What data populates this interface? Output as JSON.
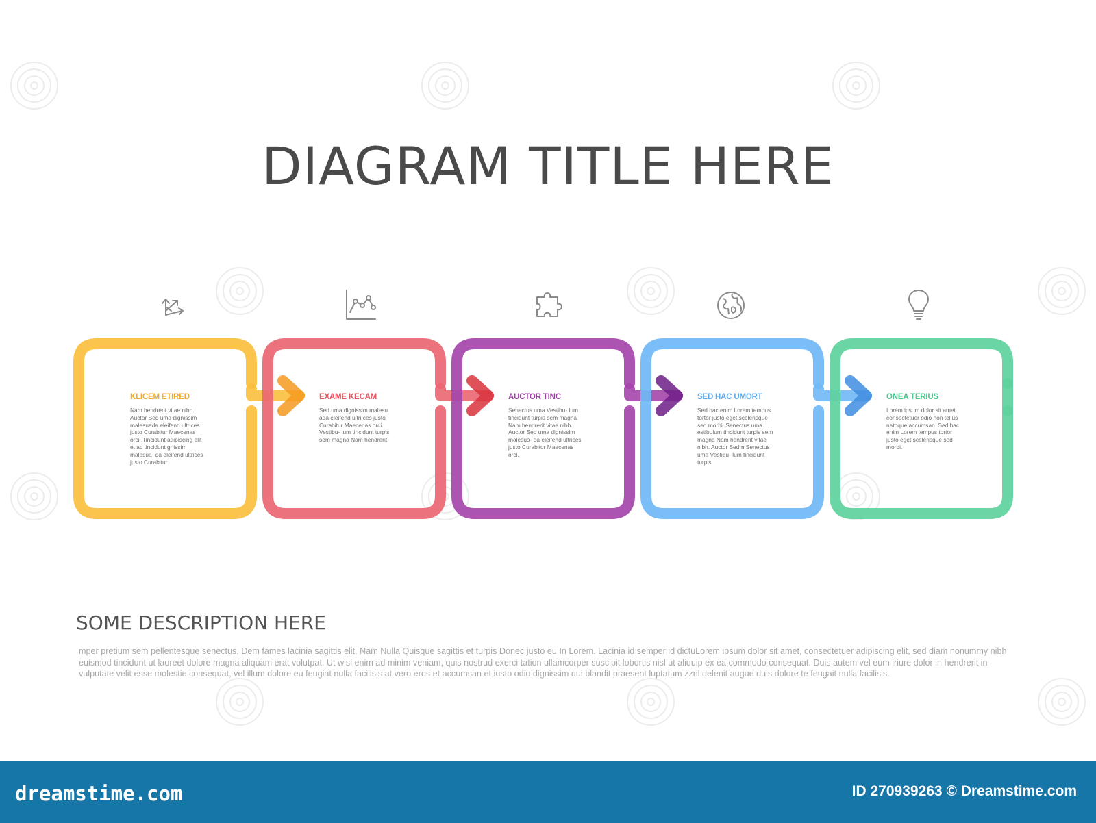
{
  "title": "DIAGRAM TITLE HERE",
  "steps": [
    {
      "label": "KLICEM ETIRED",
      "color": "#fbbf3e",
      "arrow": "#f59a1e",
      "icon": "growth-arrows-icon",
      "text": "Nam hendrerit vitae nibh. Auctor Sed uma dignissim malesuada eleifend ultrices justo Curabitur Maecenas orci. Tincidunt adipiscing elit et ac tincidunt gnissim malesua- da eleifend ultrices justo Curabitur"
    },
    {
      "label": "EXAME KECAM",
      "color": "#ea6672",
      "arrow": "#d8323c",
      "icon": "line-chart-icon",
      "text": "Sed uma dignissim malesu ada eleifend ultri ces justo Curabitur Maecenas orci. Vestibu- lum tincidunt turpis sem magna Nam hendrerit"
    },
    {
      "label": "AUCTOR TINC",
      "color": "#a545ab",
      "arrow": "#6d1f86",
      "icon": "puzzle-piece-icon",
      "text": "Senectus uma Vestibu- lum tincidunt turpis sem magna Nam hendrerit vitae nibh. Auctor Sed uma dignissim malesua- da eleifend ultrices justo Curabitur Maecenas orci."
    },
    {
      "label": "SED HAC UMORT",
      "color": "#70b8f6",
      "arrow": "#3f8de0",
      "icon": "globe-icon",
      "text": "Sed hac enim Lorem tempus tortor justo eget scelerisque sed morbi. Senectus uma. estibulum tincidunt turpis sem magna Nam hendrerit vitae nibh. Auctor Sedm Senectus uma Vestibu- lum tincidunt turpis"
    },
    {
      "label": "ONEA TERIUS",
      "color": "#5ed39d",
      "arrow": "#35b57a",
      "icon": "light-bulb-icon",
      "text": "Lorem ipsum dolor sit amet consectetuer odio non tellus natoque accumsan. Sed hac enim Lorem tempus tortor justo eget scelerisque sed morbi."
    }
  ],
  "description": {
    "title": "SOME DESCRIPTION HERE",
    "text": "mper pretium sem pellentesque senectus. Dem fames lacinia sagittis elit. Nam Nulla Quisque sagittis et turpis Donec justo eu In Lorem. Lacinia id semper id dictuLorem ipsum dolor sit amet, consectetuer adipiscing elit, sed diam nonummy nibh euismod tincidunt ut laoreet dolore magna aliquam erat volutpat. Ut wisi enim ad minim veniam, quis nostrud exerci tation ullamcorper suscipit lobortis nisl ut aliquip ex ea commodo consequat. Duis autem vel eum iriure dolor in hendrerit in vulputate velit esse molestie consequat, vel illum dolore eu feugiat nulla facilisis at vero eros et accumsan et iusto odio dignissim qui blandit praesent luptatum zzril delenit augue duis dolore te feugait nulla facilisis."
  },
  "watermark": {
    "brand": "dreamstime.com",
    "id": "ID 270939263 © Dreamstime.com",
    "bar_color": "#1776a8"
  }
}
